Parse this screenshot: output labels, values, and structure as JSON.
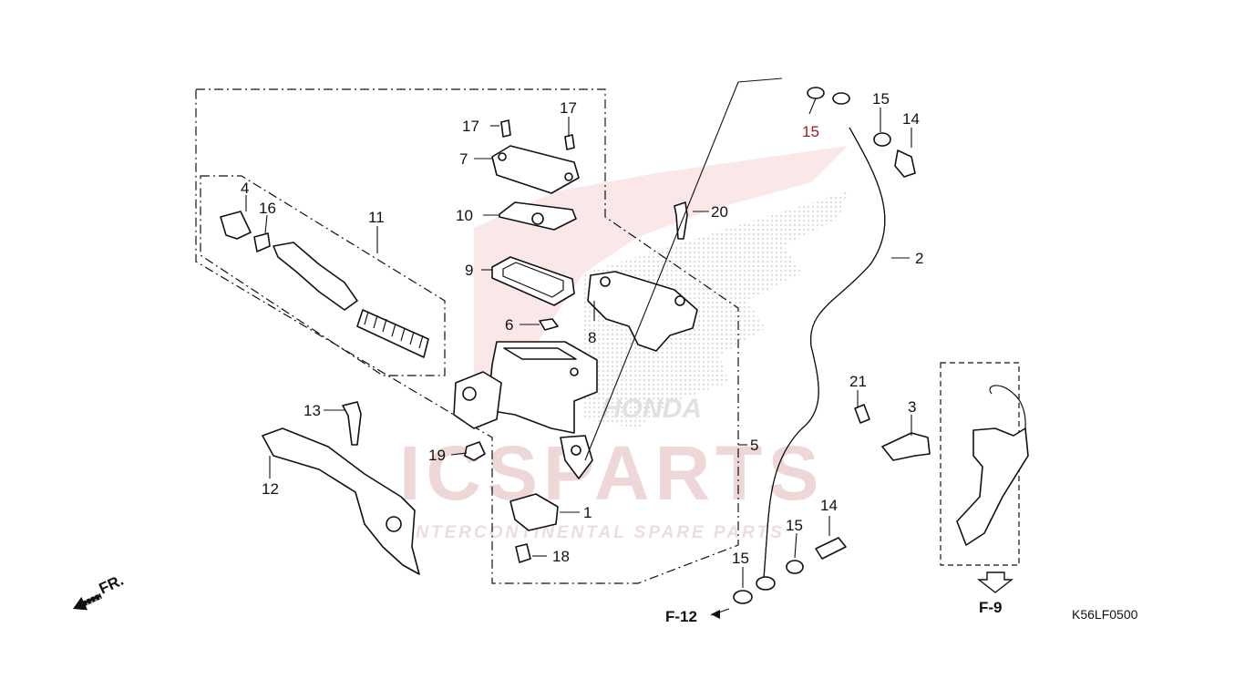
{
  "watermark": {
    "brand": "ICSPARTS",
    "tagline": "INTERCONTINENTAL SPARE PARTS",
    "logo": "HONDA",
    "color": "#d98a8a"
  },
  "callouts": [
    {
      "id": "c1",
      "label": "1"
    },
    {
      "id": "c2",
      "label": "2"
    },
    {
      "id": "c3",
      "label": "3"
    },
    {
      "id": "c4",
      "label": "4"
    },
    {
      "id": "c5",
      "label": "5"
    },
    {
      "id": "c6",
      "label": "6"
    },
    {
      "id": "c7",
      "label": "7"
    },
    {
      "id": "c8",
      "label": "8"
    },
    {
      "id": "c9",
      "label": "9"
    },
    {
      "id": "c10",
      "label": "10"
    },
    {
      "id": "c11",
      "label": "11"
    },
    {
      "id": "c12",
      "label": "12"
    },
    {
      "id": "c13",
      "label": "13"
    },
    {
      "id": "c14a",
      "label": "14"
    },
    {
      "id": "c14b",
      "label": "14"
    },
    {
      "id": "c15a",
      "label": "15"
    },
    {
      "id": "c15b",
      "label": "15"
    },
    {
      "id": "c15c",
      "label": "15"
    },
    {
      "id": "c15d",
      "label": "15"
    },
    {
      "id": "c16",
      "label": "16"
    },
    {
      "id": "c17a",
      "label": "17"
    },
    {
      "id": "c17b",
      "label": "17"
    },
    {
      "id": "c18",
      "label": "18"
    },
    {
      "id": "c19",
      "label": "19"
    },
    {
      "id": "c20",
      "label": "20"
    },
    {
      "id": "c21",
      "label": "21"
    }
  ],
  "references": {
    "f12": "F-12",
    "f9": "F-9",
    "front": "FR."
  },
  "diagram_code": "K56LF0500"
}
